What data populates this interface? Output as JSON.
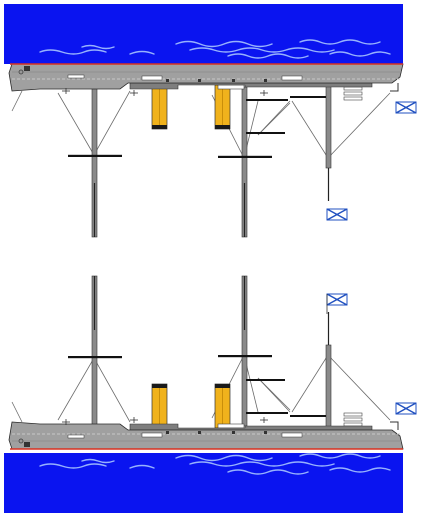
{
  "colors": {
    "background": "#ffffff",
    "water": "#0a14f0",
    "wave_highlight": "#a7c4ff",
    "hull": "#a0a0a0",
    "hull_stripe": "#c8c8c8",
    "waterline": "#d83020",
    "funnel": "#f0b21c",
    "funnel_band": "#1a1a1a",
    "rigging": "#555555",
    "spar": "#111111",
    "flag_blue": "#2050c0"
  },
  "icons": {
    "top_ship": "cruiser-side-view-inverted",
    "bottom_ship": "cruiser-side-view",
    "flag": "st-andrew-naval-ensign-icon",
    "water": "sea-waves"
  }
}
